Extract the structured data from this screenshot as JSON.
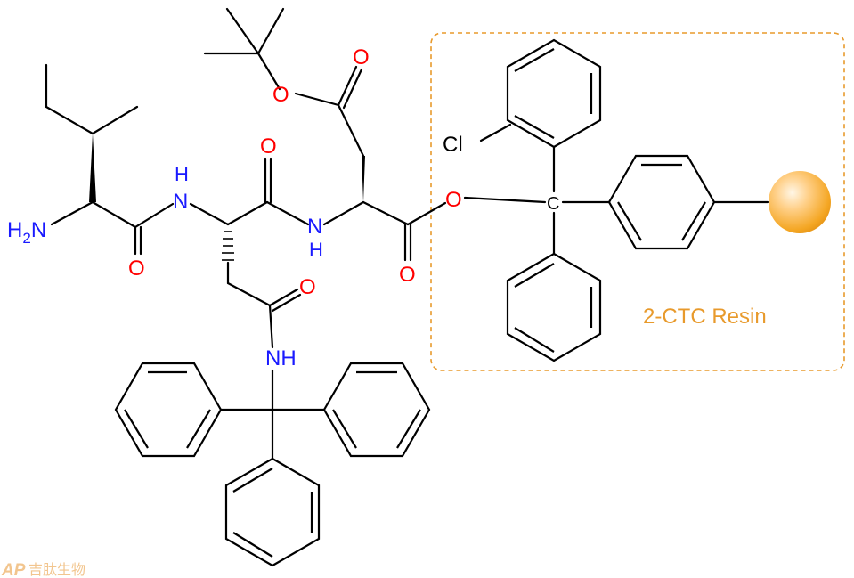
{
  "structure": {
    "atoms": {
      "amine": "H2N",
      "amide_nh_1": "H",
      "amide_nh_1_n": "N",
      "amide_nh_2": "N",
      "amide_nh_2_h": "H",
      "side_chain_nh": "NH",
      "carbonyl_o_ile": "O",
      "carbonyl_o_asn_side": "O",
      "carbonyl_o_asn": "O",
      "ester_o_ester": "O",
      "ester_o_carbonyl": "O",
      "resin_carbonyl_o": "O",
      "resin_link_o": "O",
      "chloro": "Cl",
      "trityl_carbon": "C"
    },
    "resin_label": "2-CTC Resin"
  },
  "colors": {
    "bond": "#000000",
    "nitrogen": "#1a1aff",
    "oxygen": "#ff0000",
    "resin_box": "#e89a2c",
    "resin_bead": "#f4a623"
  },
  "watermark": {
    "logo": "AP",
    "company": "吉肽生物"
  }
}
